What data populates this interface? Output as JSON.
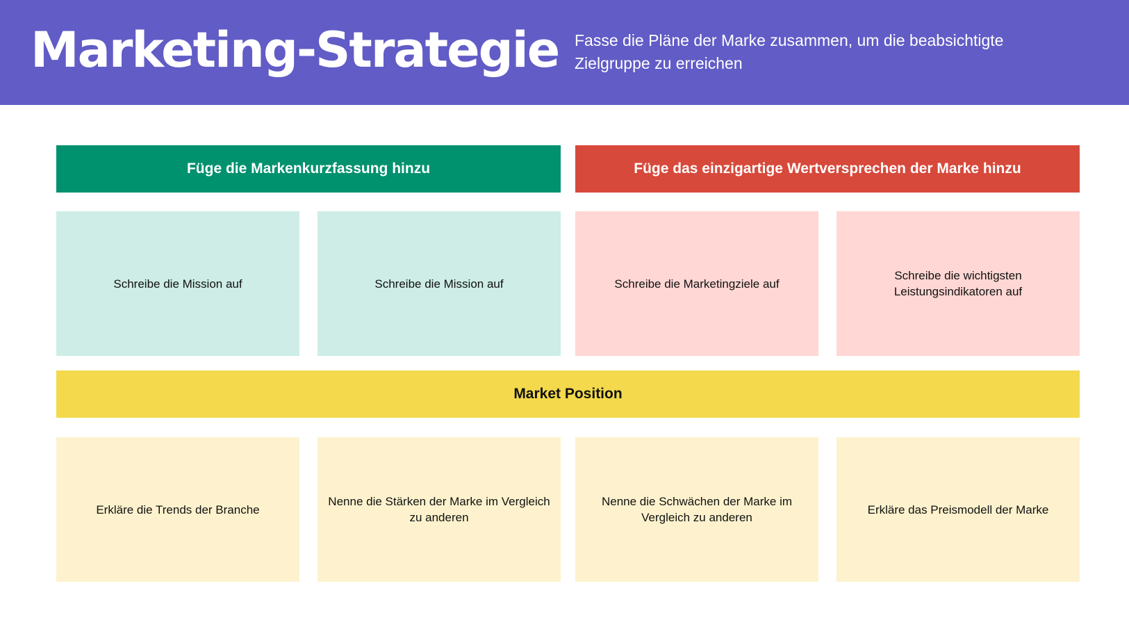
{
  "header": {
    "title": "Marketing-Strategie",
    "subtitle": "Fasse die Pläne der Marke zusammen, um die beabsichtigte Zielgruppe zu erreichen",
    "background_color": "#615cc6"
  },
  "sections": {
    "brand_summary": {
      "label": "Füge die Markenkurzfassung hinzu",
      "color": "#00916e",
      "cards": [
        "Schreibe die Mission auf",
        "Schreibe die Mission auf"
      ]
    },
    "value_proposition": {
      "label": "Füge das einzigartige Wertversprechen der Marke hinzu",
      "color": "#d7493b",
      "cards": [
        "Schreibe die Marketingziele auf",
        "Schreibe die wichtigsten Leistungsindikatoren auf"
      ]
    },
    "market_position": {
      "label": "Market Position",
      "color": "#f3d94b",
      "cards": [
        "Erkläre die Trends der Branche",
        "Nenne die Stärken der Marke im Vergleich zu anderen",
        "Nenne die Schwächen der Marke im Vergleich zu anderen",
        "Erkläre das Preismodell der Marke"
      ]
    }
  }
}
